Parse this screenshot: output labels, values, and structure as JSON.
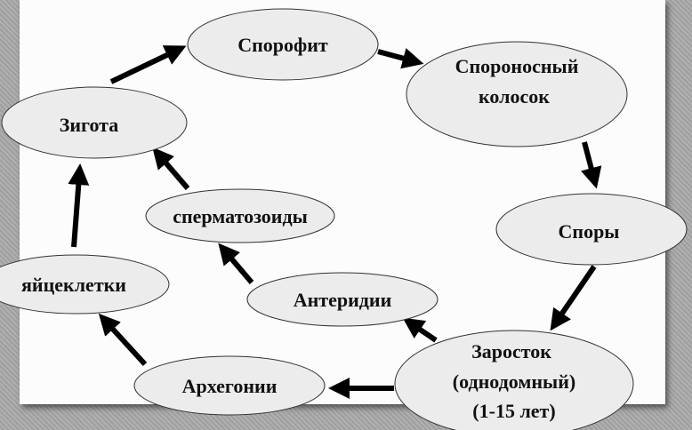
{
  "title": "Жизненный цикл плауна",
  "nodes": {
    "sporophyte": "Спорофит",
    "strobilus_line1": "Спороносный",
    "strobilus_line2": "колосок",
    "zygote": "Зигота",
    "spores": "Споры",
    "sperm": "сперматозоиды",
    "eggs": "яйцеклетки",
    "antheridia": "Антеридии",
    "archegonia": "Архегонии",
    "prothallus_line1": "Заросток",
    "prothallus_line2": "(однодомный)",
    "prothallus_line3": "(1-15 лет)"
  },
  "edges": [
    [
      "Зигота",
      "Спорофит"
    ],
    [
      "Спорофит",
      "Спороносный колосок"
    ],
    [
      "Спороносный колосок",
      "Споры"
    ],
    [
      "Споры",
      "Заросток"
    ],
    [
      "Заросток",
      "Антеридии"
    ],
    [
      "Заросток",
      "Архегонии"
    ],
    [
      "Антеридии",
      "сперматозоиды"
    ],
    [
      "сперматозоиды",
      "Зигота"
    ],
    [
      "Архегонии",
      "яйцеклетки"
    ],
    [
      "яйцеклетки",
      "Зигота"
    ]
  ]
}
